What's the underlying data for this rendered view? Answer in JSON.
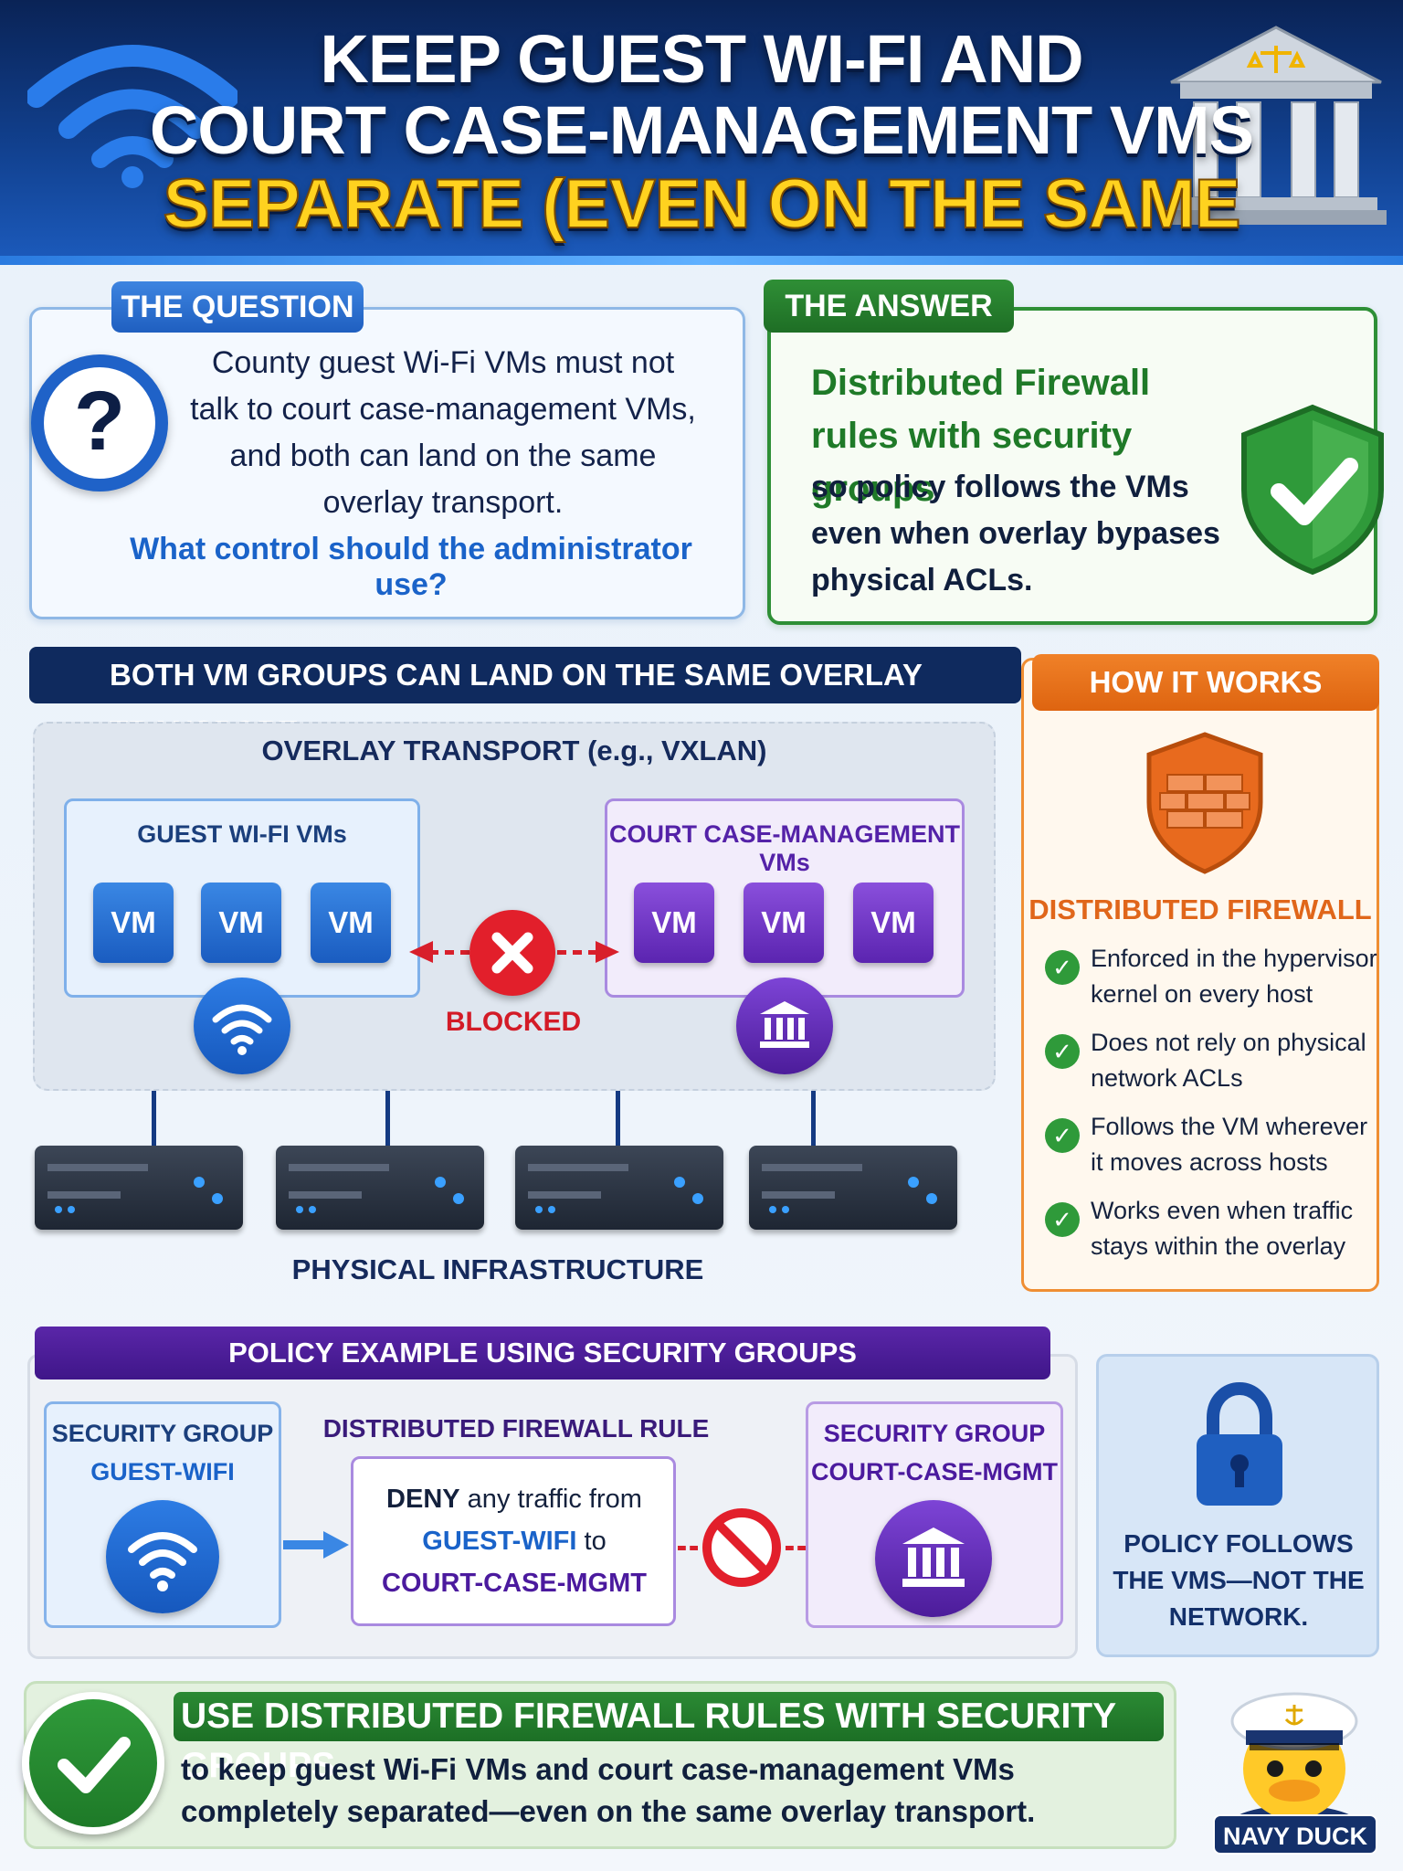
{
  "header": {
    "line1": "KEEP GUEST WI-FI AND",
    "line2": "COURT CASE-MANAGEMENT VMS",
    "line3": "SEPARATE (EVEN ON THE SAME OVERLAY)!"
  },
  "question": {
    "tab": "THE QUESTION",
    "icon": "question-mark-icon",
    "glyph": "?",
    "text": "County guest Wi-Fi VMs must not talk to court case-management VMs, and both can land on the same overlay transport.",
    "ask": "What control should the administrator use?"
  },
  "answer": {
    "tab": "THE ANSWER",
    "headline": "Distributed Firewall rules with security groups",
    "body": "so policy follows the VMs even when overlay bypases physical ACLs.",
    "icon": "shield-check-icon"
  },
  "overlay": {
    "banner": "BOTH VM GROUPS CAN LAND ON THE SAME OVERLAY TRANSPORT",
    "title": "OVERLAY TRANSPORT (e.g., VXLAN)",
    "guest_group": {
      "title": "GUEST WI-FI VMs",
      "vms": [
        "VM",
        "VM",
        "VM"
      ]
    },
    "court_group": {
      "title": "COURT CASE-MANAGEMENT VMs",
      "vms": [
        "VM",
        "VM",
        "VM"
      ]
    },
    "blocked": "BLOCKED",
    "physical": "PHYSICAL INFRASTRUCTURE"
  },
  "how_it_works": {
    "tab": "HOW IT WORKS",
    "headline": "DISTRIBUTED FIREWALL",
    "check": "✓",
    "items": [
      "Enforced in the hypervisor kernel on every host",
      "Does not rely on physical network ACLs",
      "Follows the VM wherever it moves across hosts",
      "Works even when traffic stays within the overlay"
    ]
  },
  "policy": {
    "banner": "POLICY EXAMPLE USING SECURITY GROUPS",
    "sg_guest": {
      "line1": "SECURITY GROUP",
      "line2": "GUEST-WIFI"
    },
    "rule_title": "DISTRIBUTED FIREWALL RULE",
    "rule": {
      "deny": "DENY",
      "mid": " any traffic from",
      "from": "GUEST-WIFI",
      "to": " to",
      "target": "COURT-CASE-MGMT"
    },
    "sg_court": {
      "line1": "SECURITY GROUP",
      "line2": "COURT-CASE-MGMT"
    },
    "follows": "POLICY FOLLOWS THE VMS—NOT THE NETWORK."
  },
  "bottom": {
    "headline": "USE DISTRIBUTED FIREWALL RULES WITH SECURITY GROUPS",
    "text": "to keep guest Wi-Fi VMs and court case-management VMs completely separated—even on the same overlay transport.",
    "mascot": "NAVY DUCK"
  },
  "colors": {
    "navy": "#0f2a5e",
    "blue": "#1f62c8",
    "purple": "#5b24b0",
    "green": "#2e8f36",
    "orange": "#ef8e33",
    "red": "#e21f2b",
    "yellow": "#ffd21f"
  }
}
